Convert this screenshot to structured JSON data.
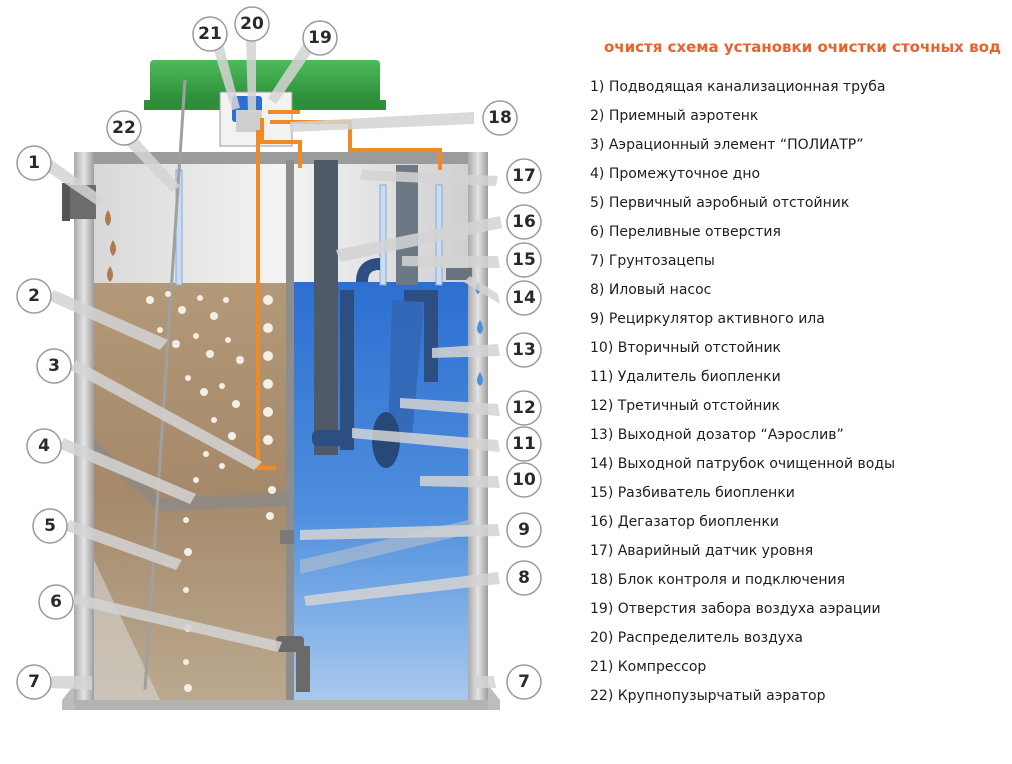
{
  "title": "очистя схема установки очистки сточных вод",
  "legend": [
    "1) Подводящая канализационная труба",
    "2) Приемный аэротенк",
    "3) Аэрационный элемент “ПОЛИАТР”",
    "4) Промежуточное дно",
    "5) Первичный аэробный отстойник",
    "6) Переливные отверстия",
    "7) Грунтозацепы",
    "8) Иловый насос",
    "9) Рециркулятор активного ила",
    "10) Вторичный отстойник",
    "11) Удалитель биопленки",
    "12) Третичный отстойник",
    "13) Выходной дозатор  “Аэрослив”",
    "14) Выходной патрубок очищенной воды",
    "15) Разбиватель биопленки",
    "16) Дегазатор биопленки",
    "17) Аварийный датчик уровня",
    "18) Блок контроля и подключения",
    "19) Отверстия забора воздуха аэрации",
    "20) Распределитель воздуха",
    "21) Компрессор",
    "22) Крупнопузырчатый аэратор"
  ],
  "callouts": {
    "c1": "1",
    "c2": "2",
    "c3": "3",
    "c4": "4",
    "c5": "5",
    "c6": "6",
    "c7a": "7",
    "c7b": "7",
    "c8": "8",
    "c9": "9",
    "c10": "10",
    "c11": "11",
    "c12": "12",
    "c13": "13",
    "c14": "14",
    "c15": "15",
    "c16": "16",
    "c17": "17",
    "c18": "18",
    "c19": "19",
    "c20": "20",
    "c21": "21",
    "c22": "22"
  },
  "colors": {
    "lid": "#3aa84a",
    "sludge": "#a5896a",
    "water": "#3b7fd4",
    "air_line": "#f08a24",
    "tank_wall": "#c9c9c9",
    "title": "#e8632a"
  }
}
